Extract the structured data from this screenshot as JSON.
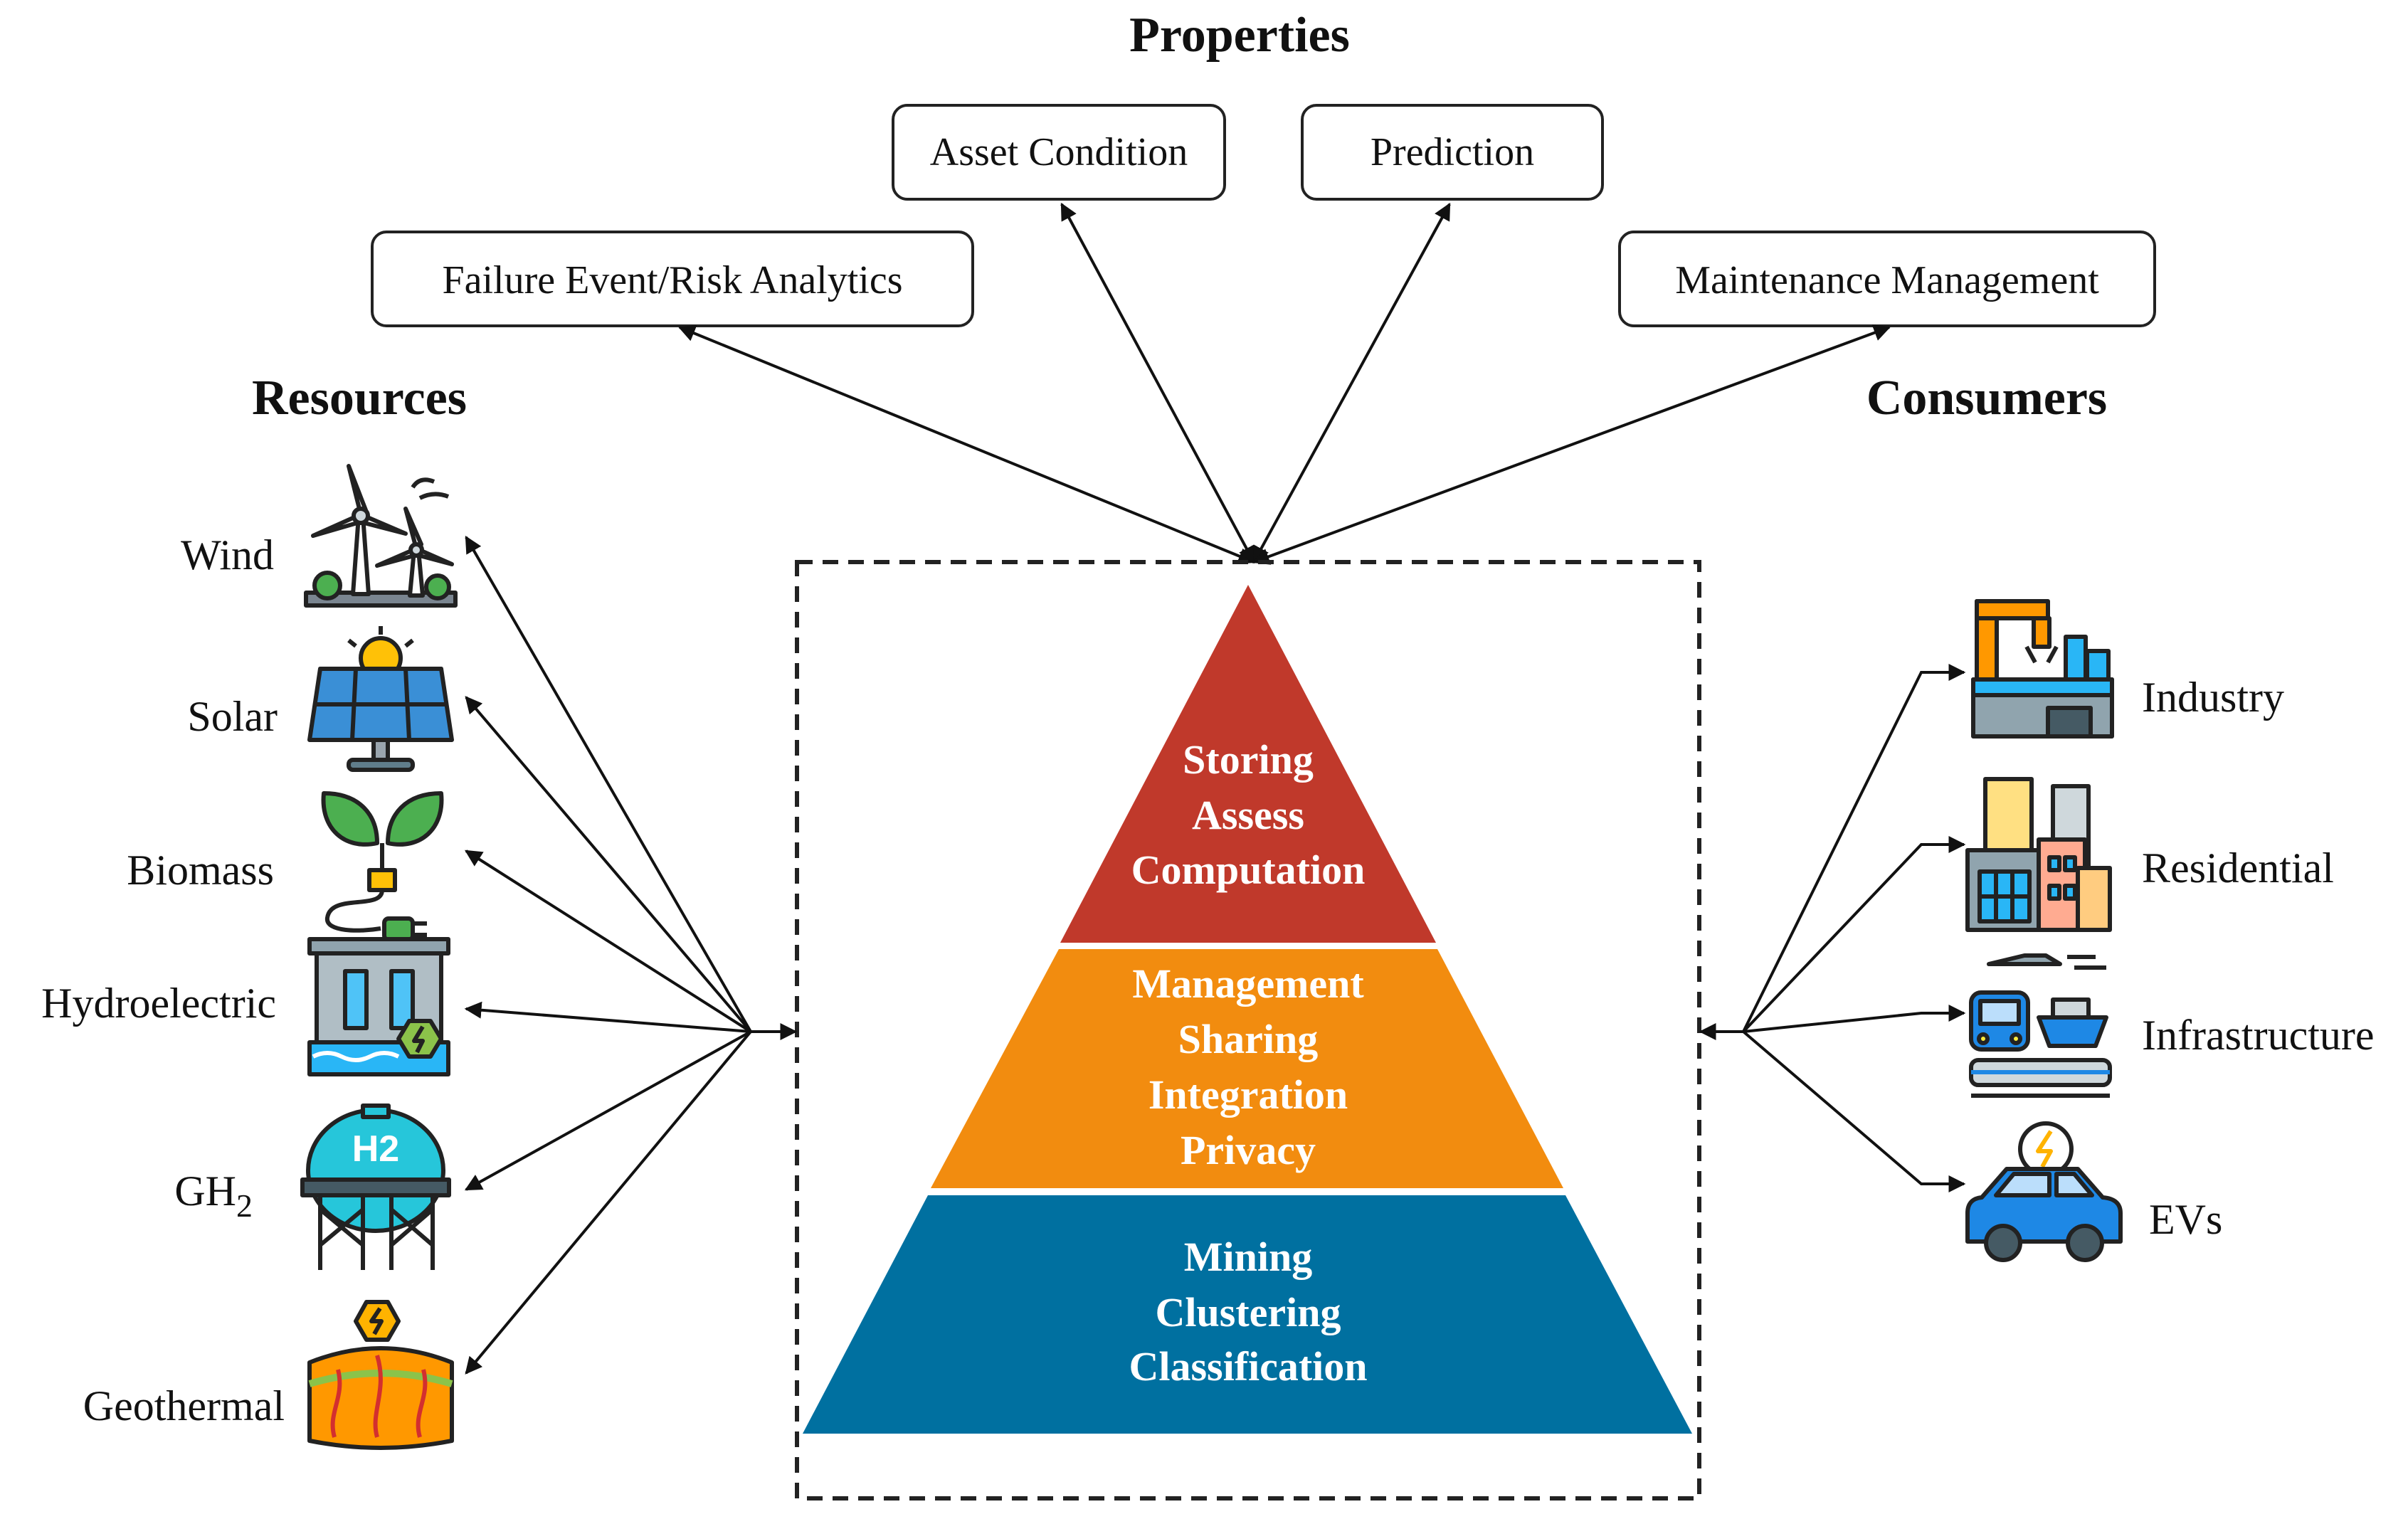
{
  "headings": {
    "properties": "Properties",
    "resources": "Resources",
    "consumers": "Consumers"
  },
  "properties": [
    "Asset Condition",
    "Prediction",
    "Failure Event/Risk Analytics",
    "Maintenance Management"
  ],
  "resources": [
    {
      "label": "Wind",
      "icon": "wind-turbine-icon"
    },
    {
      "label": "Solar",
      "icon": "solar-panel-icon"
    },
    {
      "label": "Biomass",
      "icon": "biomass-plant-plug-icon"
    },
    {
      "label": "Hydroelectric",
      "icon": "hydroelectric-dam-icon"
    },
    {
      "label": "GH",
      "sub": "2",
      "icon": "hydrogen-tank-icon",
      "icon_text": "H2"
    },
    {
      "label": "Geothermal",
      "icon": "geothermal-icon"
    }
  ],
  "consumers": [
    {
      "label": "Industry",
      "icon": "factory-icon"
    },
    {
      "label": "Residential",
      "icon": "city-buildings-icon"
    },
    {
      "label": "Infrastructure",
      "icon": "transport-infrastructure-icon"
    },
    {
      "label": "EVs",
      "icon": "electric-car-icon"
    }
  ],
  "pyramid": {
    "top": {
      "lines": [
        "Storing",
        "Assess",
        "Computation"
      ],
      "color": "#c0392b"
    },
    "middle": {
      "lines": [
        "Management",
        "Sharing",
        "Integration",
        "Privacy"
      ],
      "color": "#f28c0f"
    },
    "bottom": {
      "lines": [
        "Mining",
        "Clustering",
        "Classification"
      ],
      "color": "#0070a0"
    }
  }
}
